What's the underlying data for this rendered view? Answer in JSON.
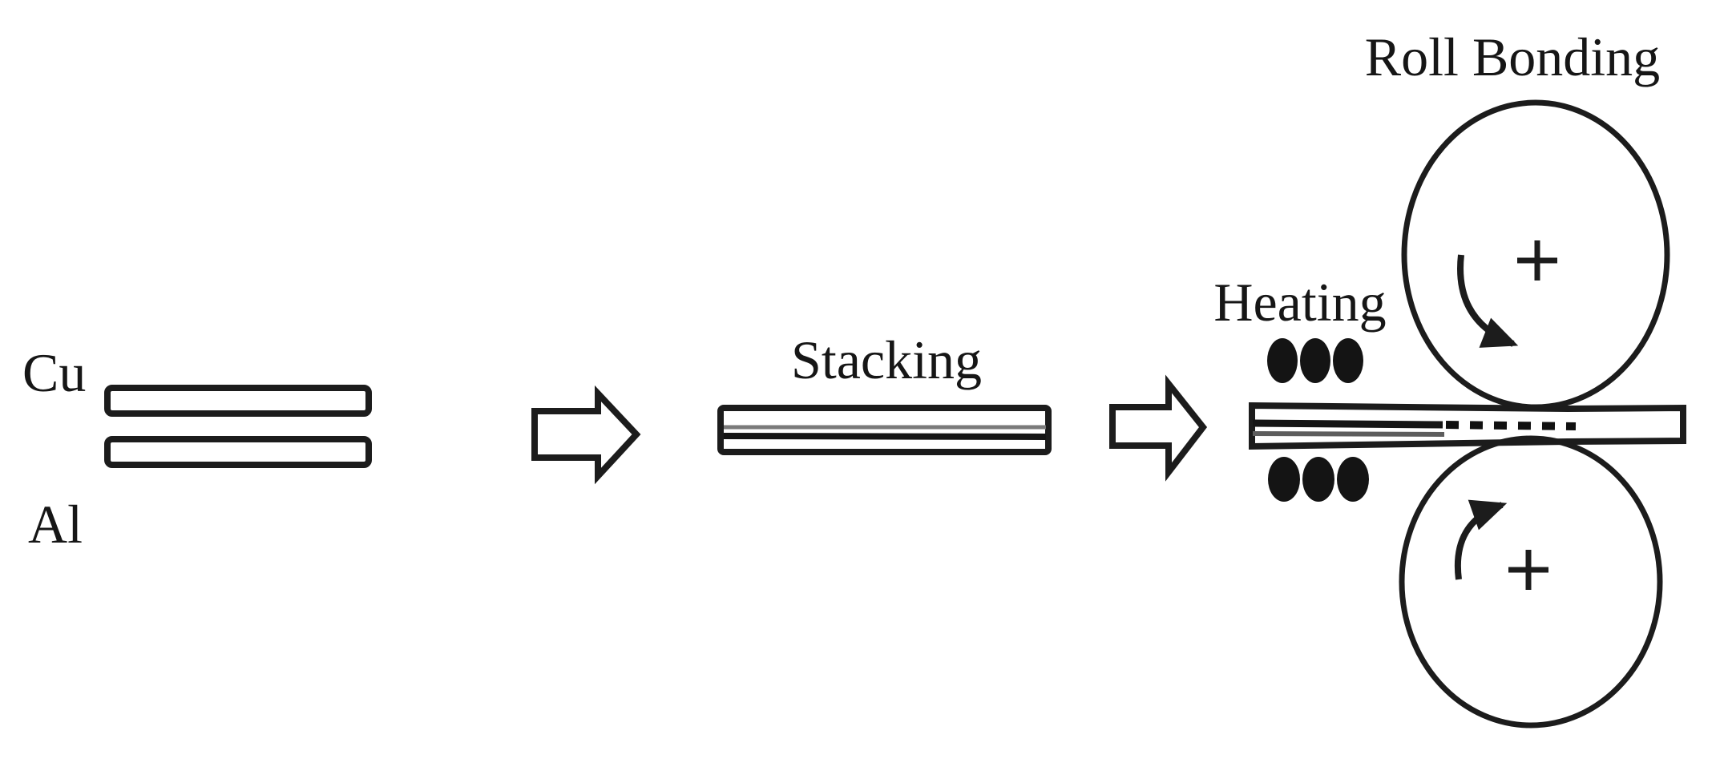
{
  "figure": {
    "background": "#ffffff",
    "ink_color": "#1c1c1c",
    "secondary_line_color": "#6f6f6f",
    "labels": {
      "cu": "Cu",
      "al": "Al",
      "stacking": "Stacking",
      "heating": "Heating",
      "roll_bonding": "Roll Bonding"
    },
    "icons": {
      "flow_arrow": "block-arrow-right",
      "top_roller_rotation": "counterclockwise-arc-arrow",
      "bottom_roller_rotation": "clockwise-arc-arrow",
      "roller_center": "plus-mark",
      "heating_dots": "three-filled-ovals",
      "bond_interface": "dashed-line"
    }
  }
}
